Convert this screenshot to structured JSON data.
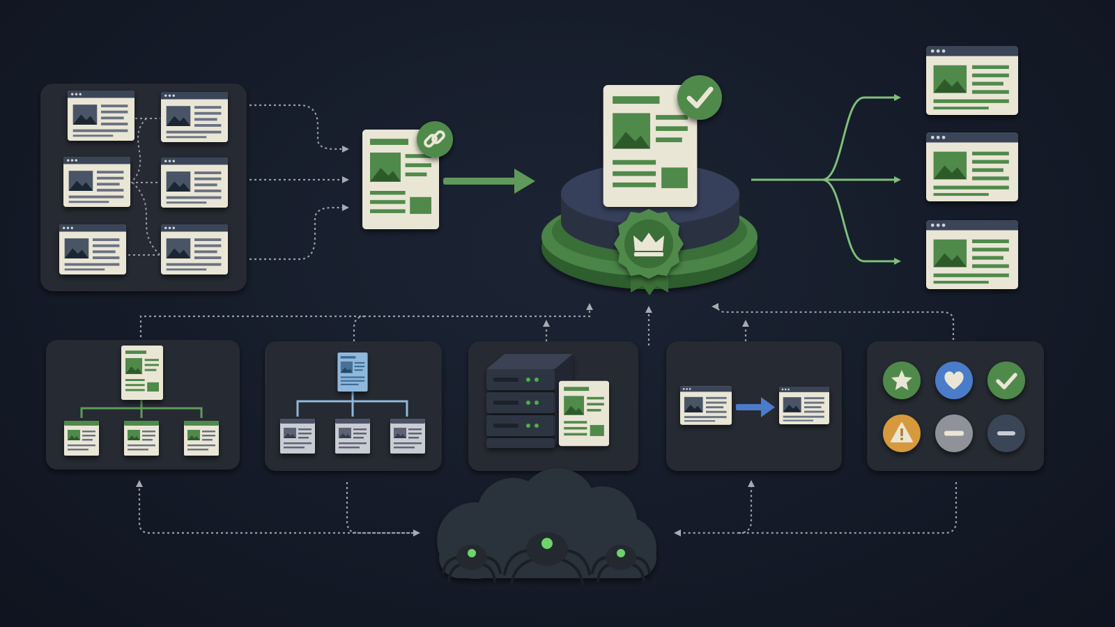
{
  "diagram": {
    "theme": {
      "background": "#161c29",
      "panel": "#252a33",
      "paper": "#eae6d6",
      "paper_header": "#3b4458",
      "green": "#4f8a4c",
      "green_light": "#7fc07a",
      "blue": "#4b7cc9",
      "blue_light": "#8fb8dc",
      "amber": "#d69a3e",
      "gray": "#8f9399",
      "server": "#2f3542",
      "arrow_dotted": "#9aa0a8"
    },
    "nodes": [
      {
        "id": "duplicate-pages-cluster",
        "icon": "page-grid-icon"
      },
      {
        "id": "canonical-link-page",
        "icon": "link-icon"
      },
      {
        "id": "canonical-winner-pedestal",
        "icon": "check-icon"
      },
      {
        "id": "crown-badge",
        "icon": "crown-icon"
      },
      {
        "id": "syndicated-pages",
        "icon": "page-stack-icon"
      },
      {
        "id": "site-hierarchy-green",
        "icon": "sitemap-icon"
      },
      {
        "id": "site-hierarchy-blue",
        "icon": "sitemap-icon"
      },
      {
        "id": "server-with-page",
        "icon": "server-icon"
      },
      {
        "id": "page-redirect",
        "icon": "redirect-arrow-icon"
      },
      {
        "id": "status-signals",
        "icon": "status-icon"
      },
      {
        "id": "crawler-cloud",
        "icon": "spider-icon"
      }
    ],
    "status_icons": [
      "star-icon",
      "heart-icon",
      "check-icon",
      "warning-icon",
      "minus-icon",
      "minus-icon"
    ]
  }
}
